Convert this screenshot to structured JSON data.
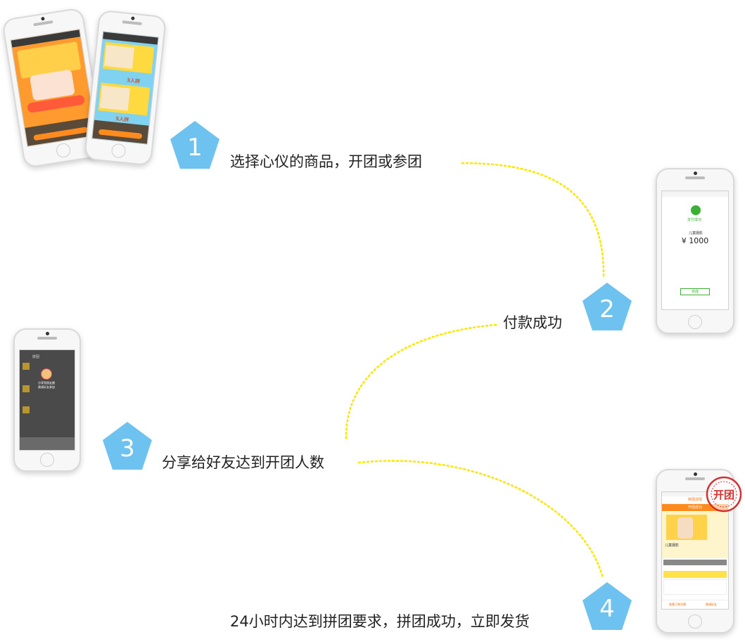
{
  "steps": [
    {
      "number": "1",
      "text": "选择心仪的商品，开团或参团"
    },
    {
      "number": "2",
      "text": "付款成功"
    },
    {
      "number": "3",
      "text": "分享给好友达到开团人数"
    },
    {
      "number": "4",
      "text": "24小时内达到拼团要求，拼团成功，立即发货"
    }
  ],
  "payment_screen": {
    "status": "支付成功",
    "product": "儿童摄影",
    "amount": "¥ 1000",
    "button": "完成"
  },
  "share_screen": {
    "title": "拼团",
    "tip": "分享到朋友圈",
    "tip_sub": "邀请好友参加"
  },
  "group_screen": {
    "title": "拼团详情",
    "banner": "开团成功",
    "product": "儿童摄影",
    "stamp": "开团",
    "left_button": "查看订单详情",
    "right_button": "邀请好友"
  },
  "product_screens": {
    "badge_3": "3人拼",
    "badge_5": "5人拼"
  },
  "colors": {
    "pentagon": "#6ec2f0",
    "dotted_path": "#ffe600",
    "orange": "#ff8a1e",
    "stamp": "#d33030"
  }
}
